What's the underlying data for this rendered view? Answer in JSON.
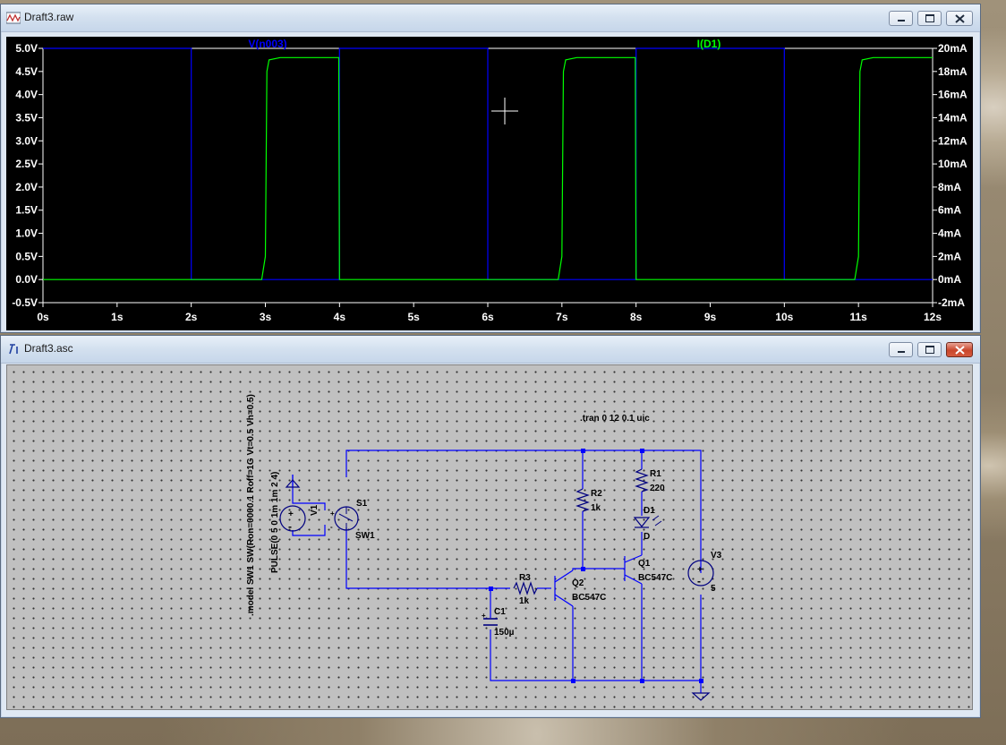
{
  "waveform_window": {
    "title": "Draft3.raw",
    "trace_labels": {
      "left": "V(n003)",
      "right": "I(D1)"
    },
    "left_axis_ticks": [
      "5.0V",
      "4.5V",
      "4.0V",
      "3.5V",
      "3.0V",
      "2.5V",
      "2.0V",
      "1.5V",
      "1.0V",
      "0.5V",
      "0.0V",
      "-0.5V"
    ],
    "right_axis_ticks": [
      "20mA",
      "18mA",
      "16mA",
      "14mA",
      "12mA",
      "10mA",
      "8mA",
      "6mA",
      "4mA",
      "2mA",
      "0mA",
      "-2mA"
    ],
    "x_axis_ticks": [
      "0s",
      "1s",
      "2s",
      "3s",
      "4s",
      "5s",
      "6s",
      "7s",
      "8s",
      "9s",
      "10s",
      "11s",
      "12s"
    ],
    "colors": {
      "voltage_trace": "#0000ff",
      "current_trace": "#00ff00",
      "background": "#000000",
      "axis_text": "#ffffff"
    }
  },
  "chart_data": {
    "type": "line",
    "x": [
      0,
      1,
      2,
      3,
      4,
      5,
      6,
      7,
      8,
      9,
      10,
      11,
      12
    ],
    "xlim": [
      0,
      12
    ],
    "ylim_left": [
      -0.5,
      5.0
    ],
    "ylim_right": [
      -2,
      20
    ],
    "series": [
      {
        "name": "V(n003)",
        "axis": "left",
        "color": "#0000ff",
        "points": [
          [
            0,
            5.0
          ],
          [
            2,
            5.0
          ],
          [
            2,
            0.0
          ],
          [
            4,
            0.0
          ],
          [
            4,
            5.0
          ],
          [
            6,
            5.0
          ],
          [
            6,
            0.0
          ],
          [
            8,
            0.0
          ],
          [
            8,
            5.0
          ],
          [
            10,
            5.0
          ],
          [
            10,
            0.0
          ],
          [
            12,
            0.0
          ]
        ]
      },
      {
        "name": "I(D1)",
        "axis": "right",
        "color": "#00ff00",
        "points": [
          [
            0,
            0
          ],
          [
            2.95,
            0
          ],
          [
            3.0,
            2
          ],
          [
            3.02,
            18
          ],
          [
            3.05,
            19.0
          ],
          [
            3.2,
            19.2
          ],
          [
            3.99,
            19.2
          ],
          [
            4.0,
            0
          ],
          [
            6.95,
            0
          ],
          [
            7.0,
            2
          ],
          [
            7.02,
            18
          ],
          [
            7.05,
            19.0
          ],
          [
            7.2,
            19.2
          ],
          [
            7.99,
            19.2
          ],
          [
            8.0,
            0
          ],
          [
            10.95,
            0
          ],
          [
            11.0,
            2
          ],
          [
            11.02,
            18
          ],
          [
            11.05,
            19.0
          ],
          [
            11.2,
            19.2
          ],
          [
            12,
            19.2
          ]
        ]
      }
    ]
  },
  "schematic_window": {
    "title": "Draft3.asc",
    "directives": {
      "tran": ".tran 0 12 0.1 uic",
      "model": ".model SW1 SW(Ron=0000.1 Roff=1G Vt=0.5 Vh=0.5)",
      "pulse": "PULSE(0 5 0 1m 1m 2 4)"
    },
    "components": {
      "v1": "V1",
      "s1_name": "S1",
      "s1_model": "SW1",
      "r1_name": "R1",
      "r1_value": "220",
      "r2_name": "R2",
      "r2_value": "1k",
      "r3_name": "R3",
      "r3_value": "1k",
      "d1_name": "D1",
      "d1_model": "D",
      "q1_name": "Q1",
      "q1_model": "BC547C",
      "q2_name": "Q2",
      "q2_model": "BC547C",
      "c1_name": "C1",
      "c1_value": "150µ",
      "v3_name": "V3",
      "v3_value": "5"
    },
    "colors": {
      "wire": "#0000ff",
      "text": "#000000",
      "background": "#c0c0c0",
      "dot_grid": "#303030",
      "junction": "#0000ff"
    }
  }
}
